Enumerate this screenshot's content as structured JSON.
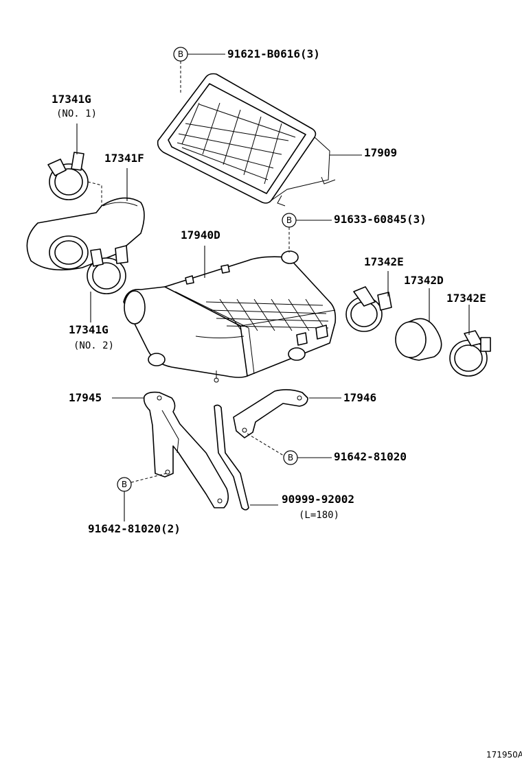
{
  "callout_marker": "B",
  "labels": {
    "p_91621": "91621-B0616(3)",
    "p_17909": "17909",
    "p_17341G_1": "17341G",
    "p_17341G_1_note": "(NO. 1)",
    "p_17341F": "17341F",
    "p_91633": "91633-60845(3)",
    "p_17940D": "17940D",
    "p_17342E_1": "17342E",
    "p_17342D": "17342D",
    "p_17342E_2": "17342E",
    "p_17341G_2": "17341G",
    "p_17341G_2_note": "(NO. 2)",
    "p_17945": "17945",
    "p_17946": "17946",
    "p_91642_a": "91642-81020",
    "p_90999": "90999-92002",
    "p_90999_note": "(L=180)",
    "p_91642_b": "91642-81020(2)"
  },
  "diagram_code": "171950A"
}
